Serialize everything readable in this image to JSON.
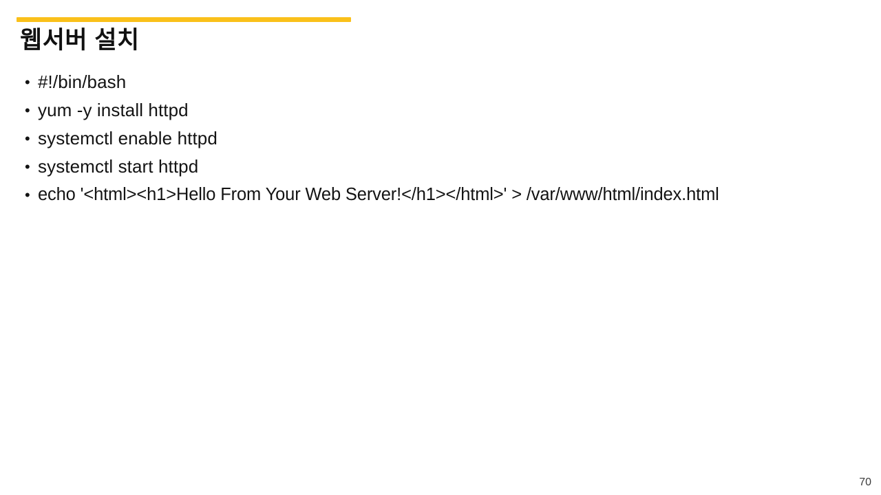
{
  "slide": {
    "title": "웹서버 설치",
    "accent_color": "#FAC01A",
    "background_color": "#FFFFFF",
    "text_color": "#131313",
    "page_number": "70"
  },
  "body": {
    "bullet_glyph": "•",
    "items": [
      {
        "text": "#!/bin/bash"
      },
      {
        "text": "yum -y install httpd"
      },
      {
        "text": "systemctl enable httpd"
      },
      {
        "text": "systemctl start httpd"
      },
      {
        "text": "echo '<html><h1>Hello From Your Web Server!</h1></html>'  >  /var/www/html/index.html"
      }
    ]
  }
}
